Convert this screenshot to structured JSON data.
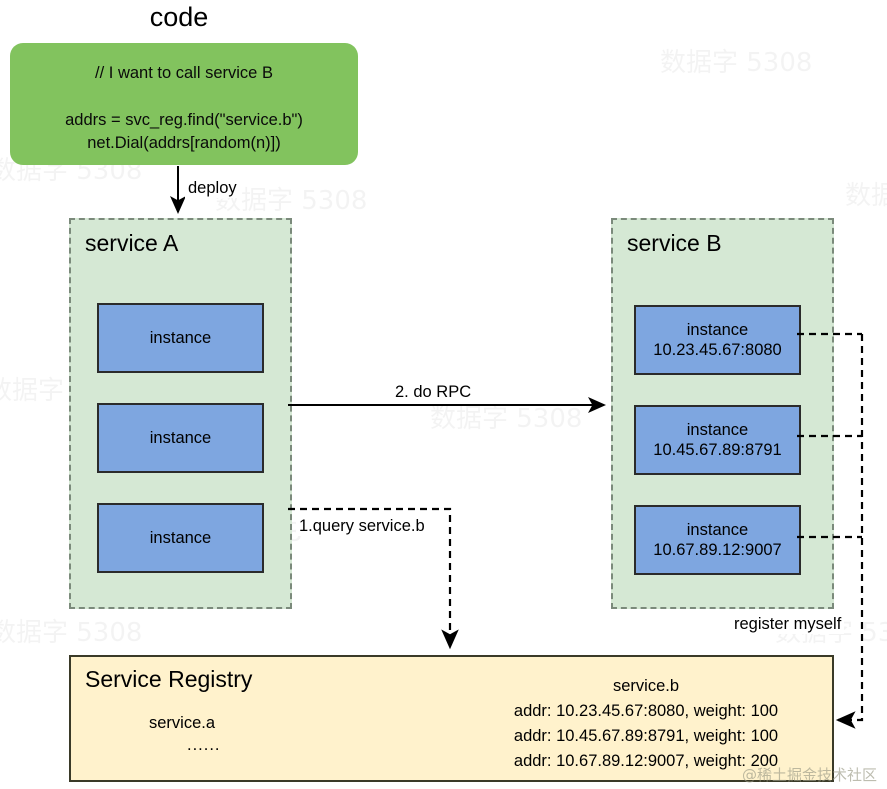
{
  "diagram": {
    "code": {
      "title": "code",
      "lines": [
        "// I want to call service B",
        "addrs = svc_reg.find(\"service.b\")",
        "net.Dial(addrs[random(n)])"
      ],
      "fill": "#82c35e"
    },
    "service_a": {
      "title": "service A",
      "fill": "#d5e8d4",
      "instances": [
        {
          "label": "instance",
          "addr": ""
        },
        {
          "label": "instance",
          "addr": ""
        },
        {
          "label": "instance",
          "addr": ""
        }
      ]
    },
    "service_b": {
      "title": "service B",
      "fill": "#d5e8d4",
      "instances": [
        {
          "label": "instance",
          "addr": "10.23.45.67:8080"
        },
        {
          "label": "instance",
          "addr": "10.45.67.89:8791"
        },
        {
          "label": "instance",
          "addr": "10.67.89.12:9007"
        }
      ]
    },
    "instance_fill": "#7ea6e0",
    "registry": {
      "title": "Service Registry",
      "fill": "#fff2cc",
      "left_entries": {
        "name": "service.a",
        "more": "......"
      },
      "right_entries": {
        "name": "service.b",
        "rows": [
          "addr: 10.23.45.67:8080, weight: 100",
          "addr: 10.45.67.89:8791, weight: 100",
          "addr: 10.67.89.12:9007, weight: 200"
        ]
      }
    },
    "edges": {
      "deploy": "deploy",
      "rpc": "2. do RPC",
      "query": "1.query service.b",
      "register": "register myself"
    },
    "watermarks": {
      "tile": "数据字 5308",
      "corner": "@稀土掘金技术社区"
    }
  }
}
